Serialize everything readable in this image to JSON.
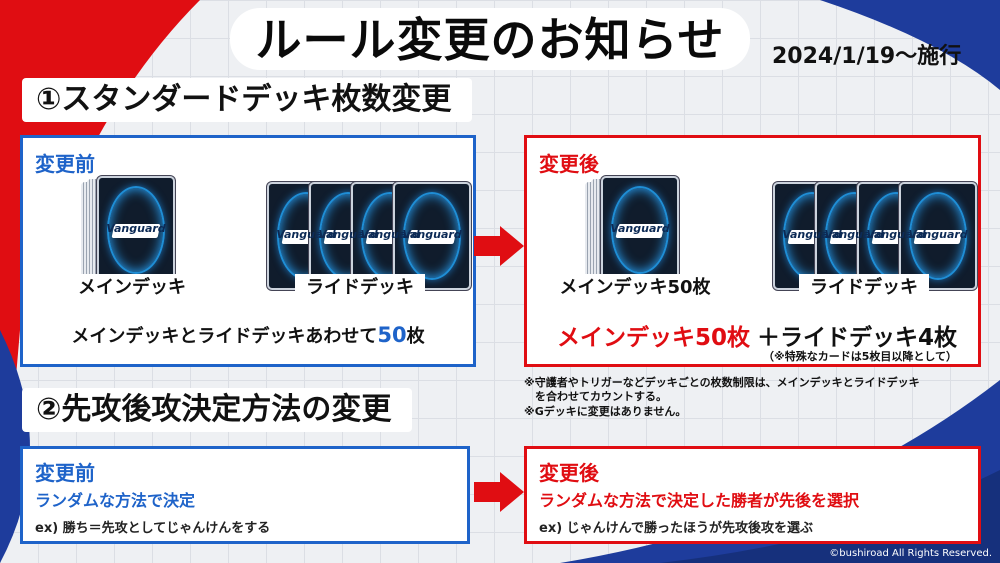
{
  "header": {
    "title": "ルール変更のお知らせ",
    "date": "2024/1/19～施行"
  },
  "section1": {
    "heading": "①スタンダードデッキ枚数変更",
    "before": {
      "tag": "変更前",
      "main_label": "メインデッキ",
      "ride_label": "ライドデッキ",
      "summary_prefix": "メインデッキとライドデッキあわせて",
      "summary_number": "50",
      "summary_suffix": "枚"
    },
    "after": {
      "tag": "変更後",
      "main_label": "メインデッキ50枚",
      "ride_label": "ライドデッキ",
      "summary_red": "メインデッキ50枚",
      "summary_black": "＋ライドデッキ4枚",
      "summary_note": "（※特殊なカードは5枚目以降として）"
    },
    "footnotes": [
      "※守護者やトリガーなどデッキごとの枚数制限は、メインデッキとライドデッキ",
      "　を合わせてカウントする。",
      "※Gデッキに変更はありません。"
    ]
  },
  "section2": {
    "heading": "②先攻後攻決定方法の変更",
    "before": {
      "tag": "変更前",
      "method": "ランダムな方法で決定",
      "example": "ex) 勝ち＝先攻としてじゃんけんをする"
    },
    "after": {
      "tag": "変更後",
      "method": "ランダムな方法で決定した勝者が先後を選択",
      "example": "ex) じゃんけんで勝ったほうが先攻後攻を選ぶ"
    }
  },
  "card_logo": "Vanguard",
  "colors": {
    "blue": "#1e63c9",
    "red": "#e00d12",
    "background": "#eef0f3"
  },
  "copyright": "©bushiroad All Rights Reserved."
}
